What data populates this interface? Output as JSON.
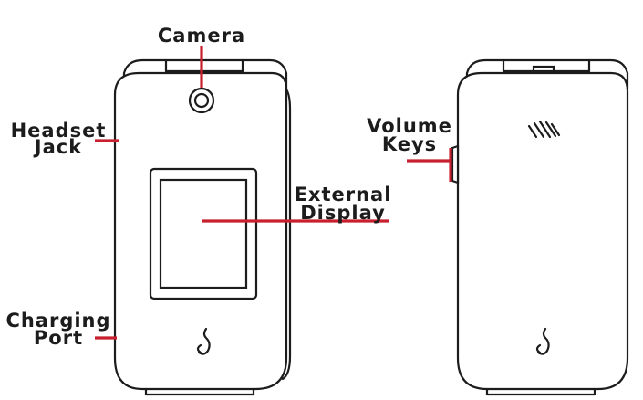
{
  "labels": {
    "camera": "Camera",
    "headset_jack": [
      "Headset",
      "Jack"
    ],
    "external_display": [
      "External",
      "Display"
    ],
    "charging_port": [
      "Charging",
      "Port"
    ],
    "volume_keys": [
      "Volume",
      "Keys"
    ]
  },
  "colors": {
    "outline": "#1c1c1c",
    "leader": "#c8202e",
    "background": "#ffffff"
  },
  "icons": {
    "front_logo": "pepper-logo-icon",
    "back_logo": "pepper-logo-icon",
    "speaker": "speaker-grille-icon"
  }
}
